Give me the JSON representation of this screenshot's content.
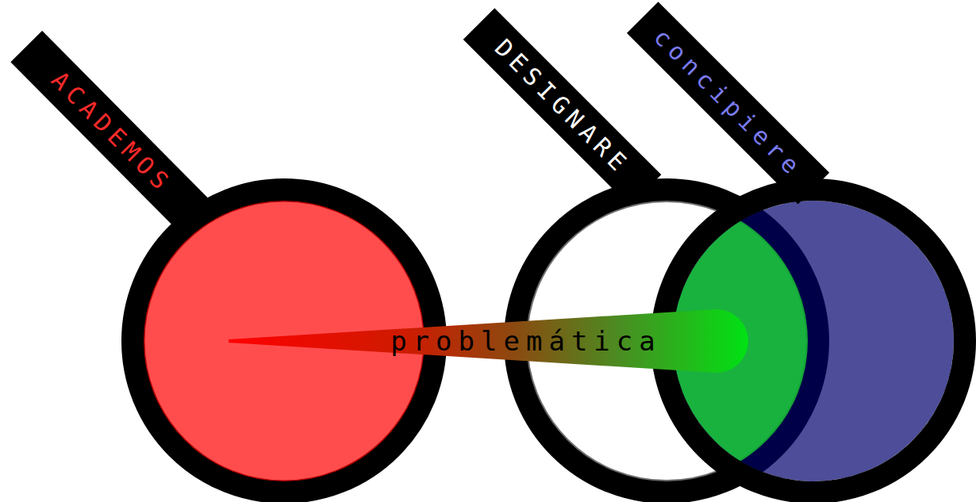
{
  "diagram": {
    "nodes": [
      {
        "text": [
          "ACADEMOS"
        ]
      },
      {
        "text": [
          "DESIGNARE"
        ]
      },
      {
        "text": [
          "concipiere"
        ]
      }
    ],
    "edges": [
      {
        "from": 0,
        "to": 2,
        "label": "problemática",
        "arrow": "none"
      }
    ]
  }
}
